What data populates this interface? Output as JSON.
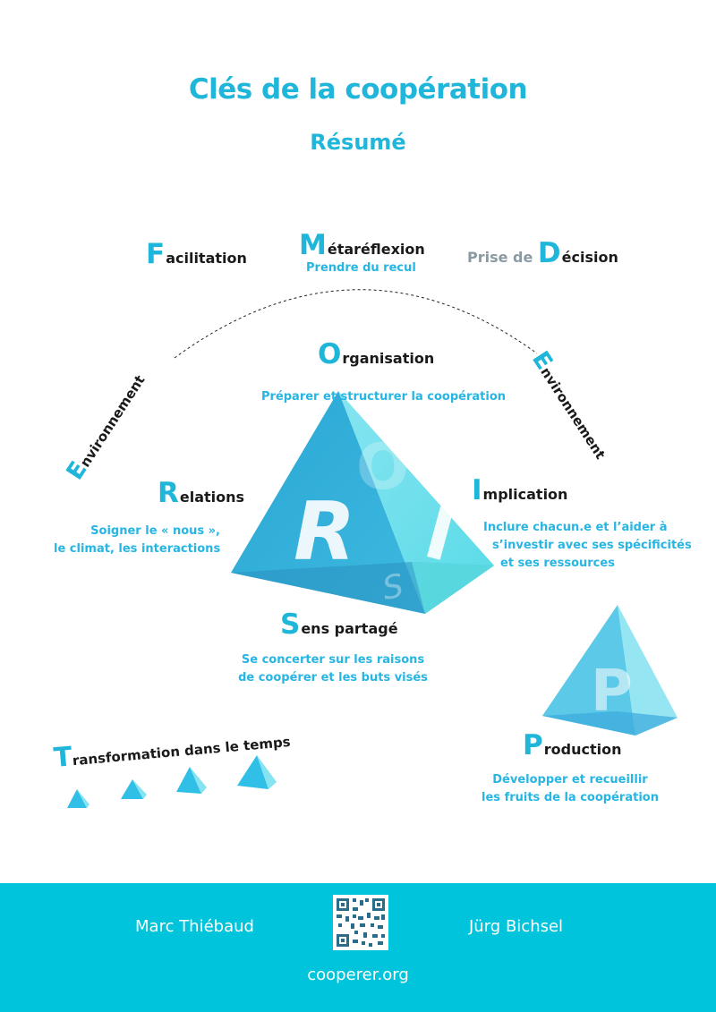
{
  "header": {
    "title": "Clés de la coopération",
    "subtitle": "Résumé"
  },
  "keys": {
    "facilitation": {
      "cap": "F",
      "rest": "acilitation"
    },
    "metareflexion": {
      "cap": "M",
      "rest": "étaréflexion",
      "desc": "Prendre du recul"
    },
    "decision": {
      "prefix": "Prise de ",
      "cap": "D",
      "rest": "écision"
    },
    "organisation": {
      "cap": "O",
      "rest": "rganisation",
      "desc": "Préparer et structurer la coopération"
    },
    "relations": {
      "cap": "R",
      "rest": "elations",
      "desc1": "Soigner le « nous »,",
      "desc2": "le climat, les interactions"
    },
    "implication": {
      "cap": "I",
      "rest": "mplication",
      "desc1": "Inclure chacun.e et l’aider à",
      "desc2": "s’investir avec ses spécificités",
      "desc3": "et ses ressources"
    },
    "sens": {
      "cap": "S",
      "rest": "ens partagé",
      "desc1": "Se concerter sur les raisons",
      "desc2": "de coopérer et les buts visés"
    },
    "production": {
      "cap": "P",
      "rest": "roduction",
      "desc1": "Développer et recueillir",
      "desc2": "les fruits de la coopération"
    },
    "transformation": {
      "cap": "T",
      "rest": "ransformation dans le temps"
    },
    "environnement": {
      "cap": "E",
      "rest": "nvironnement"
    }
  },
  "pyramid_letters": {
    "o": "O",
    "r": "R",
    "i": "I",
    "s": "S",
    "p": "P"
  },
  "footer": {
    "author_left": "Marc Thiébaud",
    "author_right": "Jürg Bichsel",
    "website": "cooperer.org"
  },
  "icons": {
    "qr": "qr-code-icon"
  },
  "colors": {
    "accent": "#1fb6d9",
    "footer_bg": "#00c4dc",
    "grey_text": "#8a9aa3"
  }
}
